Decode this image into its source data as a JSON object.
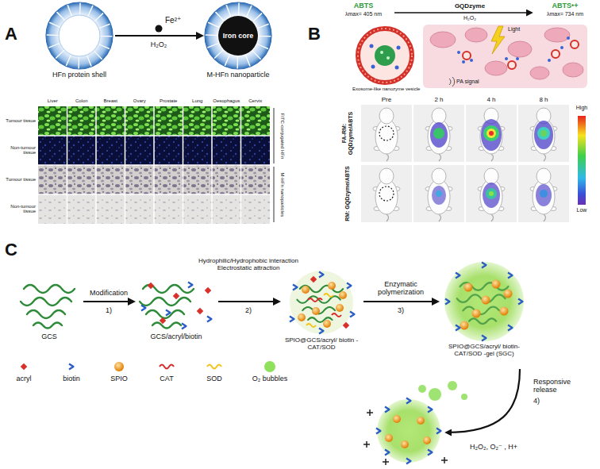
{
  "diagram": {
    "nodes": [
      {
        "text": [
          "HFn protein shell"
        ]
      },
      {
        "text": [
          "Iron core",
          "M-HFn nanoparticle"
        ]
      },
      {
        "text": [
          "GCS"
        ]
      },
      {
        "text": [
          "GCS/acryl/biotin"
        ]
      },
      {
        "text": [
          "SPIO@GCS/acryl/ biotin -CAT/SOD"
        ]
      },
      {
        "text": [
          "SPIO@GCS/acryl/ biotin-CAT/SOD -gel (SGC)"
        ]
      }
    ],
    "edges": [
      {
        "from": 0,
        "to": 1,
        "arrow": "to",
        "label": "H₂O₂"
      },
      {
        "from": 2,
        "to": 3,
        "arrow": "to",
        "label": "Modification"
      },
      {
        "from": 3,
        "to": 4,
        "arrow": "to",
        "label": "Hydrophilic/Hydrophobic interaction Electrostatic attraction"
      },
      {
        "from": 4,
        "to": 5,
        "arrow": "to",
        "label": "Enzymatic polymerization"
      }
    ],
    "labels": [
      "A",
      "Fe²⁺",
      "Liver",
      "Colon",
      "Breast",
      "Ovary",
      "Prostate",
      "Lung",
      "Oesophagus",
      "Cervix",
      "Tumour tissue",
      "Non-tumour tissue",
      "Tumour tissue",
      "Non-tumour tissue",
      "FITC-conjugated HFn",
      "M-HFn nanoparticles",
      "B",
      "ABTS",
      "λmax= 405 nm",
      "GQDzyme",
      "H₂O₂",
      "ABTS•+",
      "λmax= 734 nm",
      "Light",
      "PA signal",
      "Exosome-like nanozyme vesicle",
      "Pre",
      "2 h",
      "4 h",
      "8 h",
      "High",
      "Low",
      "FA-RM: GQDzyme/ABTS",
      "RM: GQDzyme/ABTS",
      "C",
      "1)",
      "2)",
      "3)",
      "Responsive release",
      "4)",
      "H₂O₂, O₂⁻ , H+"
    ],
    "legend": [
      {
        "text": "acryl"
      },
      {
        "text": "biotin"
      },
      {
        "text": "SPIO"
      },
      {
        "text": "CAT"
      },
      {
        "text": "SOD"
      },
      {
        "text": "O₂ bubbles"
      }
    ]
  }
}
